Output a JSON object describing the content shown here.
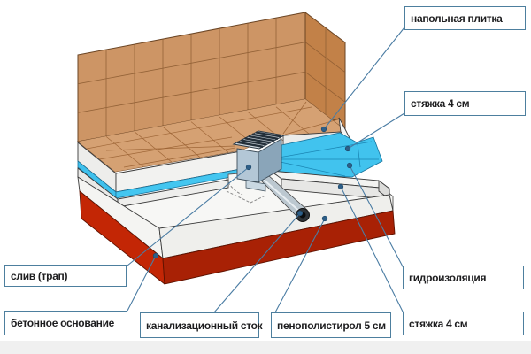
{
  "figure": {
    "type": "construction-cutaway-diagram",
    "subject": "shower floor drain layer structure",
    "labels": [
      {
        "id": "floor-tile",
        "text": "напольная плитка"
      },
      {
        "id": "screed-top",
        "text": "стяжка 4 см"
      },
      {
        "id": "waterproofing",
        "text": "гидроизоляция"
      },
      {
        "id": "screed-bottom",
        "text": "стяжка 4 см"
      },
      {
        "id": "polystyrene",
        "text": "пенополистирол 5 см"
      },
      {
        "id": "sewer-outlet",
        "text": "канализационный сток"
      },
      {
        "id": "concrete-base",
        "text": "бетонное основание"
      },
      {
        "id": "drain-trap",
        "text": "слив (трап)"
      }
    ],
    "colors": {
      "wall_tile": "#cd9565",
      "wall_tile_side": "#c28148",
      "floor_tile": "#d5a173",
      "grout": "#8a5a30",
      "waterproofing_blue": "#41c3ee",
      "concrete_red": "#c32605",
      "concrete_red_dark": "#a82105",
      "layer_white": "#f3f3f1",
      "drain_body": "#9fb6c6",
      "label_border": "#4d7f9e",
      "leader_line": "#4a7ca3"
    }
  }
}
